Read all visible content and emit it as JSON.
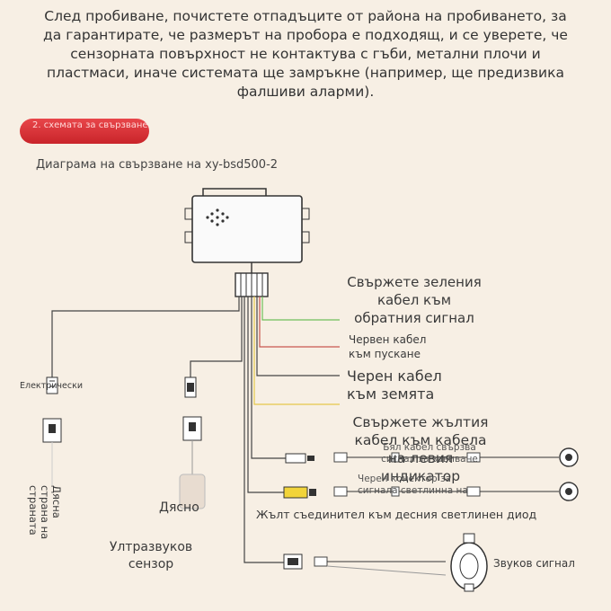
{
  "intro_text": "След пробиване, почистете отпадъците от района на пробиването, за да гарантирате, че размерът на пробора е подходящ, и се уверете, че сензорната повърхност не контактува с гъби, метални плочи и пластмаси, иначе системата ще замръкне (например, ще предизвика фалшиви аларми).",
  "section_badge": "2. схемата за свързване",
  "subtitle": "Диаграма на свързване на xy-bsd500-2",
  "labels": {
    "green_wire": "Свържете зеления кабел към обратния сигнал",
    "red_wire": "Червен кабел към пускане",
    "black_wire": "Черен кабел към земята",
    "yellow_wire": "Свържете жълтия кабел към кабела на левия индикатор",
    "white_wire_overlap": "Бял кабел свързва сигнал за завиване",
    "red_connector_overlap": "Черен конектор за сигнала светлинна на",
    "yellow_connector": "Жълт съединител към десния светлинен диод",
    "electric": "Електрически",
    "right_side_vertical": "Дясна страна на страната",
    "right": "Дясно",
    "ultrasonic_sensor": "Ултразвуков сензор",
    "buzzer": "Звуков сигнал"
  },
  "colors": {
    "background": "#f7efe4",
    "badge": "#d8343a",
    "green_wire": "#6fbf5a",
    "red_wire": "#c9574f",
    "yellow_wire": "#e6c84a",
    "black_wire": "#333333"
  }
}
